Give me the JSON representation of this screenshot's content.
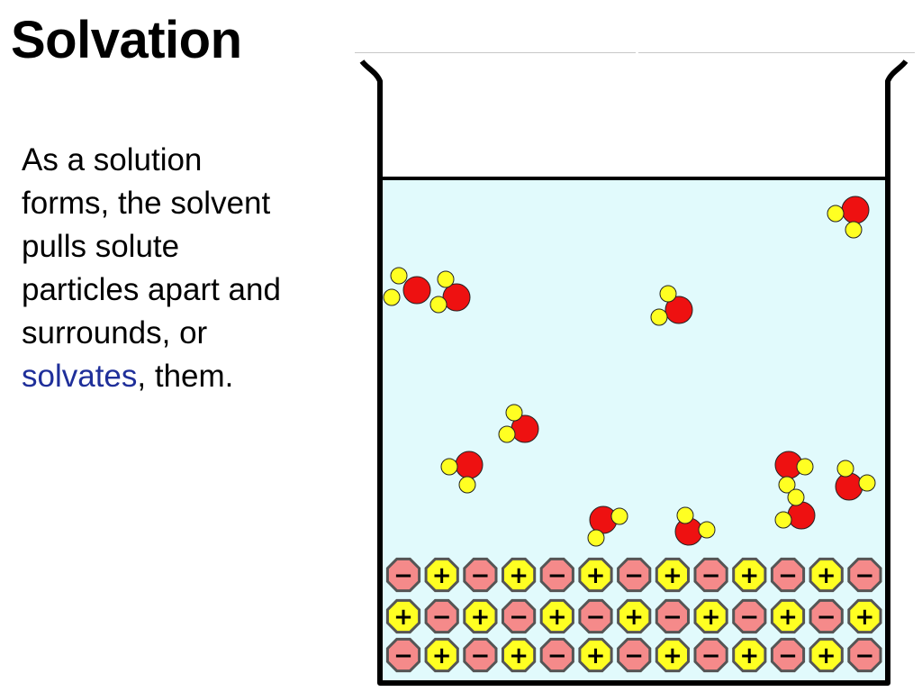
{
  "slide": {
    "title": "Solvation",
    "text_before": "As a solution forms, the solvent pulls solute particles apart and surrounds, or",
    "highlight": "solvates",
    "text_after": ", them."
  },
  "colors": {
    "water": "#e1fafc",
    "oxygen": "#ee1111",
    "hydrogen": "#ffff22",
    "positive_ion": "#ffff22",
    "negative_ion": "#f58a8a",
    "highlight_text": "#1f2f9a"
  },
  "lattice": {
    "rows": [
      [
        "-",
        "+",
        "-",
        "+",
        "-",
        "+",
        "-",
        "+",
        "-",
        "+",
        "-",
        "+",
        "-"
      ],
      [
        "+",
        "-",
        "+",
        "-",
        "+",
        "-",
        "+",
        "-",
        "+",
        "-",
        "+",
        "-",
        "+"
      ],
      [
        "-",
        "+",
        "-",
        "+",
        "-",
        "+",
        "-",
        "+",
        "-",
        "+",
        "-",
        "+",
        "-"
      ]
    ]
  }
}
